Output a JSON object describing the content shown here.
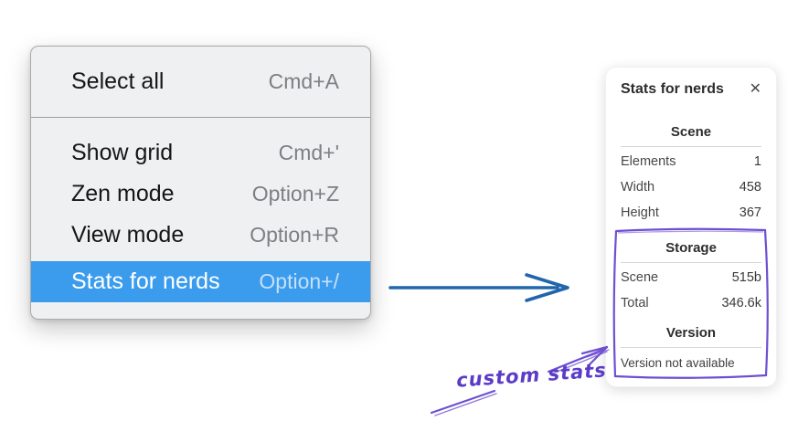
{
  "context_menu": {
    "items": [
      {
        "label": "Select all",
        "shortcut": "Cmd+A"
      },
      {
        "label": "Show grid",
        "shortcut": "Cmd+'"
      },
      {
        "label": "Zen mode",
        "shortcut": "Option+Z"
      },
      {
        "label": "View mode",
        "shortcut": "Option+R"
      },
      {
        "label": "Stats for nerds",
        "shortcut": "Option+/"
      }
    ],
    "selected_item": "Stats for nerds",
    "highlight_color": "#3b9cee"
  },
  "stats_panel": {
    "title": "Stats for nerds",
    "close_icon": "✕",
    "scene": {
      "header": "Scene",
      "rows": [
        {
          "label": "Elements",
          "value": "1"
        },
        {
          "label": "Width",
          "value": "458"
        },
        {
          "label": "Height",
          "value": "367"
        }
      ]
    },
    "storage": {
      "header": "Storage",
      "rows": [
        {
          "label": "Scene",
          "value": "515b"
        },
        {
          "label": "Total",
          "value": "346.6k"
        }
      ]
    },
    "version": {
      "header": "Version",
      "note": "Version not available"
    }
  },
  "annotation": {
    "label": "custom stats",
    "color": "#5b3bc7"
  },
  "colors": {
    "flow_arrow_blue": "#2166ac",
    "sketch_purple": "#6e4fd1",
    "menu_highlight_blue": "#3b9cee"
  }
}
